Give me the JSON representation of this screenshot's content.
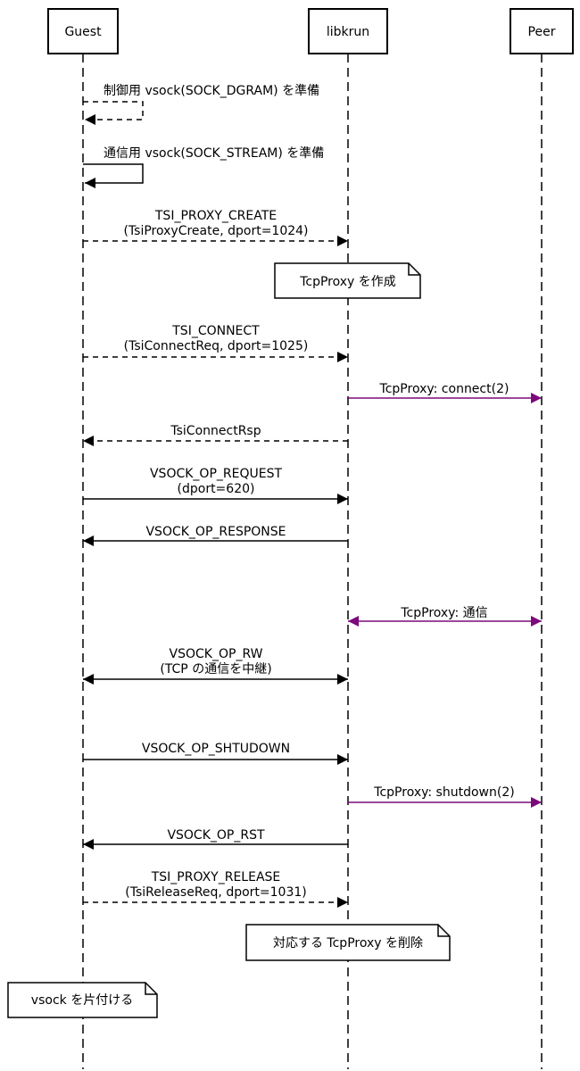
{
  "participants": [
    {
      "id": "guest",
      "label": "Guest"
    },
    {
      "id": "libkrun",
      "label": "libkrun"
    },
    {
      "id": "peer",
      "label": "Peer"
    }
  ],
  "messages": [
    {
      "name": "msg-prepare-dgram",
      "type": "self",
      "from": "guest",
      "style": "dashed",
      "color": "#000000",
      "label": [
        "制御用 vsock(SOCK_DGRAM) を準備"
      ]
    },
    {
      "name": "msg-prepare-stream",
      "type": "self",
      "from": "guest",
      "style": "solid",
      "color": "#000000",
      "label": [
        "通信用 vsock(SOCK_STREAM) を準備"
      ]
    },
    {
      "name": "msg-tsi-proxy-create",
      "type": "arrow",
      "from": "guest",
      "to": "libkrun",
      "style": "dashed",
      "color": "#000000",
      "label": [
        "TSI_PROXY_CREATE",
        "(TsiProxyCreate, dport=1024)"
      ]
    },
    {
      "name": "note-create-tcpproxy",
      "type": "note",
      "over": "libkrun",
      "label": "TcpProxy を作成"
    },
    {
      "name": "msg-tsi-connect",
      "type": "arrow",
      "from": "guest",
      "to": "libkrun",
      "style": "dashed",
      "color": "#000000",
      "label": [
        "TSI_CONNECT",
        "(TsiConnectReq, dport=1025)"
      ]
    },
    {
      "name": "msg-tcpproxy-connect",
      "type": "arrow",
      "from": "libkrun",
      "to": "peer",
      "style": "solid",
      "color": "#7b0a7b",
      "label": [
        "TcpProxy: connect(2)"
      ]
    },
    {
      "name": "msg-tsi-connect-rsp",
      "type": "arrow",
      "from": "libkrun",
      "to": "guest",
      "style": "dashed",
      "color": "#000000",
      "label": [
        "TsiConnectRsp"
      ]
    },
    {
      "name": "msg-vsock-op-request",
      "type": "arrow",
      "from": "guest",
      "to": "libkrun",
      "style": "solid",
      "color": "#000000",
      "label": [
        "VSOCK_OP_REQUEST",
        "(dport=620)"
      ]
    },
    {
      "name": "msg-vsock-op-response",
      "type": "arrow",
      "from": "libkrun",
      "to": "guest",
      "style": "solid",
      "color": "#000000",
      "label": [
        "VSOCK_OP_RESPONSE"
      ]
    },
    {
      "name": "msg-tcpproxy-communicate",
      "type": "arrow",
      "from": "libkrun",
      "to": "peer",
      "both": true,
      "style": "solid",
      "color": "#7b0a7b",
      "label": [
        "TcpProxy: 通信"
      ]
    },
    {
      "name": "msg-vsock-op-rw",
      "type": "arrow",
      "from": "guest",
      "to": "libkrun",
      "both": true,
      "style": "solid",
      "color": "#000000",
      "label": [
        "VSOCK_OP_RW",
        "(TCP の通信を中継)"
      ]
    },
    {
      "name": "msg-vsock-op-shutdown",
      "type": "arrow",
      "from": "guest",
      "to": "libkrun",
      "style": "solid",
      "color": "#000000",
      "label": [
        "VSOCK_OP_SHTUDOWN"
      ]
    },
    {
      "name": "msg-tcpproxy-shutdown",
      "type": "arrow",
      "from": "libkrun",
      "to": "peer",
      "style": "solid",
      "color": "#7b0a7b",
      "label": [
        "TcpProxy: shutdown(2)"
      ]
    },
    {
      "name": "msg-vsock-op-rst",
      "type": "arrow",
      "from": "libkrun",
      "to": "guest",
      "style": "solid",
      "color": "#000000",
      "label": [
        "VSOCK_OP_RST"
      ]
    },
    {
      "name": "msg-tsi-proxy-release",
      "type": "arrow",
      "from": "guest",
      "to": "libkrun",
      "style": "dashed",
      "color": "#000000",
      "label": [
        "TSI_PROXY_RELEASE",
        "(TsiReleaseReq, dport=1031)"
      ]
    },
    {
      "name": "note-delete-tcpproxy",
      "type": "note",
      "over": "libkrun",
      "label": "対応する TcpProxy を削除"
    },
    {
      "name": "note-cleanup-vsock",
      "type": "note",
      "over": "guest",
      "label": "vsock を片付ける"
    }
  ]
}
